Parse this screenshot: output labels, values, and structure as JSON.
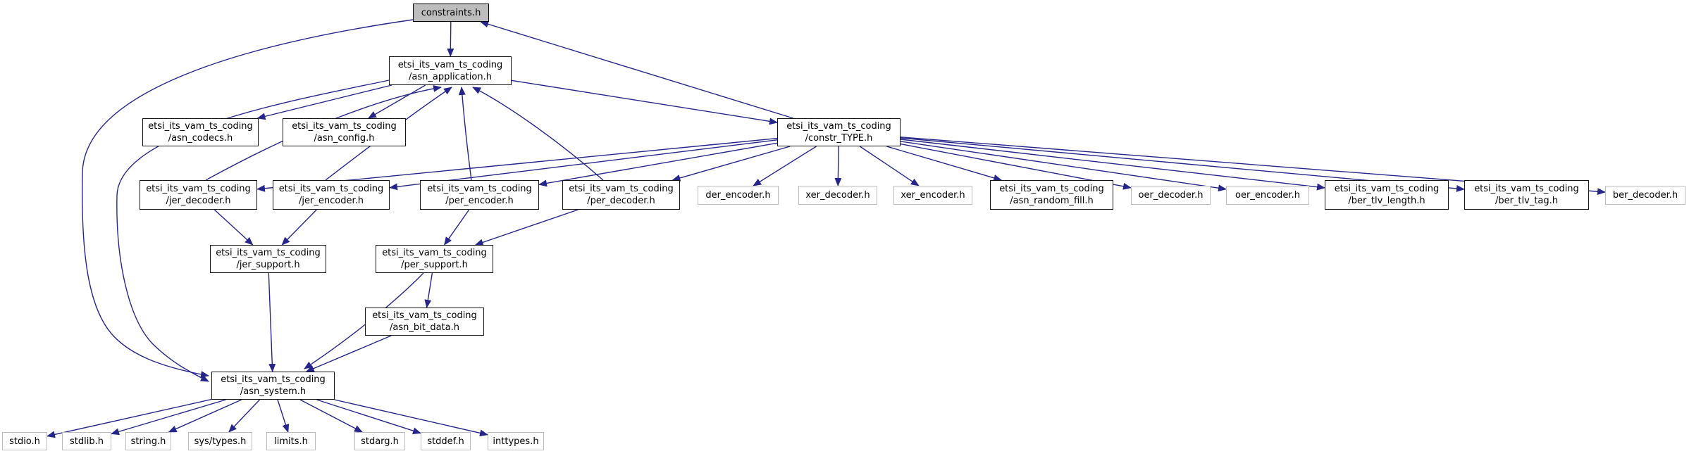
{
  "diagram": {
    "type": "include-dependency-graph",
    "colors": {
      "edge": "#26268a",
      "node_border": "#141414",
      "external_border": "#bdbdbd",
      "current_node_fill": "#bdbdbd",
      "node_fill": "#ffffff"
    },
    "nodes": {
      "constraints": {
        "line1": "constraints.h",
        "type": "current"
      },
      "asn_application": {
        "line1": "etsi_its_vam_ts_coding",
        "line2": "/asn_application.h",
        "type": "internal"
      },
      "asn_codecs": {
        "line1": "etsi_its_vam_ts_coding",
        "line2": "/asn_codecs.h",
        "type": "internal"
      },
      "asn_config": {
        "line1": "etsi_its_vam_ts_coding",
        "line2": "/asn_config.h",
        "type": "internal"
      },
      "constr_TYPE": {
        "line1": "etsi_its_vam_ts_coding",
        "line2": "/constr_TYPE.h",
        "type": "internal"
      },
      "jer_decoder": {
        "line1": "etsi_its_vam_ts_coding",
        "line2": "/jer_decoder.h",
        "type": "internal"
      },
      "jer_encoder": {
        "line1": "etsi_its_vam_ts_coding",
        "line2": "/jer_encoder.h",
        "type": "internal"
      },
      "per_encoder": {
        "line1": "etsi_its_vam_ts_coding",
        "line2": "/per_encoder.h",
        "type": "internal"
      },
      "per_decoder": {
        "line1": "etsi_its_vam_ts_coding",
        "line2": "/per_decoder.h",
        "type": "internal"
      },
      "der_encoder": {
        "line1": "der_encoder.h",
        "type": "external"
      },
      "xer_decoder": {
        "line1": "xer_decoder.h",
        "type": "external"
      },
      "xer_encoder": {
        "line1": "xer_encoder.h",
        "type": "external"
      },
      "asn_random_fill": {
        "line1": "etsi_its_vam_ts_coding",
        "line2": "/asn_random_fill.h",
        "type": "internal"
      },
      "oer_decoder": {
        "line1": "oer_decoder.h",
        "type": "external"
      },
      "oer_encoder": {
        "line1": "oer_encoder.h",
        "type": "external"
      },
      "ber_tlv_length": {
        "line1": "etsi_its_vam_ts_coding",
        "line2": "/ber_tlv_length.h",
        "type": "internal"
      },
      "ber_tlv_tag": {
        "line1": "etsi_its_vam_ts_coding",
        "line2": "/ber_tlv_tag.h",
        "type": "internal"
      },
      "ber_decoder": {
        "line1": "ber_decoder.h",
        "type": "external"
      },
      "jer_support": {
        "line1": "etsi_its_vam_ts_coding",
        "line2": "/jer_support.h",
        "type": "internal"
      },
      "per_support": {
        "line1": "etsi_its_vam_ts_coding",
        "line2": "/per_support.h",
        "type": "internal"
      },
      "asn_bit_data": {
        "line1": "etsi_its_vam_ts_coding",
        "line2": "/asn_bit_data.h",
        "type": "internal"
      },
      "asn_system": {
        "line1": "etsi_its_vam_ts_coding",
        "line2": "/asn_system.h",
        "type": "internal"
      },
      "stdio": {
        "line1": "stdio.h",
        "type": "external"
      },
      "stdlib": {
        "line1": "stdlib.h",
        "type": "external"
      },
      "string": {
        "line1": "string.h",
        "type": "external"
      },
      "sys_types": {
        "line1": "sys/types.h",
        "type": "external"
      },
      "limits": {
        "line1": "limits.h",
        "type": "external"
      },
      "stdarg": {
        "line1": "stdarg.h",
        "type": "external"
      },
      "stddef": {
        "line1": "stddef.h",
        "type": "external"
      },
      "inttypes": {
        "line1": "inttypes.h",
        "type": "external"
      }
    },
    "edges": [
      {
        "from": "constraints",
        "to": "asn_application"
      },
      {
        "from": "constraints",
        "to": "asn_system"
      },
      {
        "from": "asn_application",
        "to": "asn_codecs"
      },
      {
        "from": "asn_application",
        "to": "asn_config"
      },
      {
        "from": "asn_application",
        "to": "constr_TYPE"
      },
      {
        "from": "asn_application",
        "to": "asn_system"
      },
      {
        "from": "constr_TYPE",
        "to": "constraints"
      },
      {
        "from": "constr_TYPE",
        "to": "jer_decoder"
      },
      {
        "from": "constr_TYPE",
        "to": "jer_encoder"
      },
      {
        "from": "constr_TYPE",
        "to": "per_encoder"
      },
      {
        "from": "constr_TYPE",
        "to": "per_decoder"
      },
      {
        "from": "constr_TYPE",
        "to": "der_encoder"
      },
      {
        "from": "constr_TYPE",
        "to": "xer_decoder"
      },
      {
        "from": "constr_TYPE",
        "to": "xer_encoder"
      },
      {
        "from": "constr_TYPE",
        "to": "asn_random_fill"
      },
      {
        "from": "constr_TYPE",
        "to": "oer_decoder"
      },
      {
        "from": "constr_TYPE",
        "to": "oer_encoder"
      },
      {
        "from": "constr_TYPE",
        "to": "ber_tlv_length"
      },
      {
        "from": "constr_TYPE",
        "to": "ber_tlv_tag"
      },
      {
        "from": "constr_TYPE",
        "to": "ber_decoder"
      },
      {
        "from": "jer_decoder",
        "to": "asn_application"
      },
      {
        "from": "jer_encoder",
        "to": "asn_application"
      },
      {
        "from": "per_encoder",
        "to": "asn_application"
      },
      {
        "from": "per_decoder",
        "to": "asn_application"
      },
      {
        "from": "jer_decoder",
        "to": "jer_support"
      },
      {
        "from": "jer_encoder",
        "to": "jer_support"
      },
      {
        "from": "per_encoder",
        "to": "per_support"
      },
      {
        "from": "per_decoder",
        "to": "per_support"
      },
      {
        "from": "jer_support",
        "to": "asn_system"
      },
      {
        "from": "per_support",
        "to": "asn_system"
      },
      {
        "from": "per_support",
        "to": "asn_bit_data"
      },
      {
        "from": "asn_bit_data",
        "to": "asn_system"
      },
      {
        "from": "asn_system",
        "to": "stdio"
      },
      {
        "from": "asn_system",
        "to": "stdlib"
      },
      {
        "from": "asn_system",
        "to": "string"
      },
      {
        "from": "asn_system",
        "to": "sys_types"
      },
      {
        "from": "asn_system",
        "to": "limits"
      },
      {
        "from": "asn_system",
        "to": "stdarg"
      },
      {
        "from": "asn_system",
        "to": "stddef"
      },
      {
        "from": "asn_system",
        "to": "inttypes"
      }
    ]
  }
}
